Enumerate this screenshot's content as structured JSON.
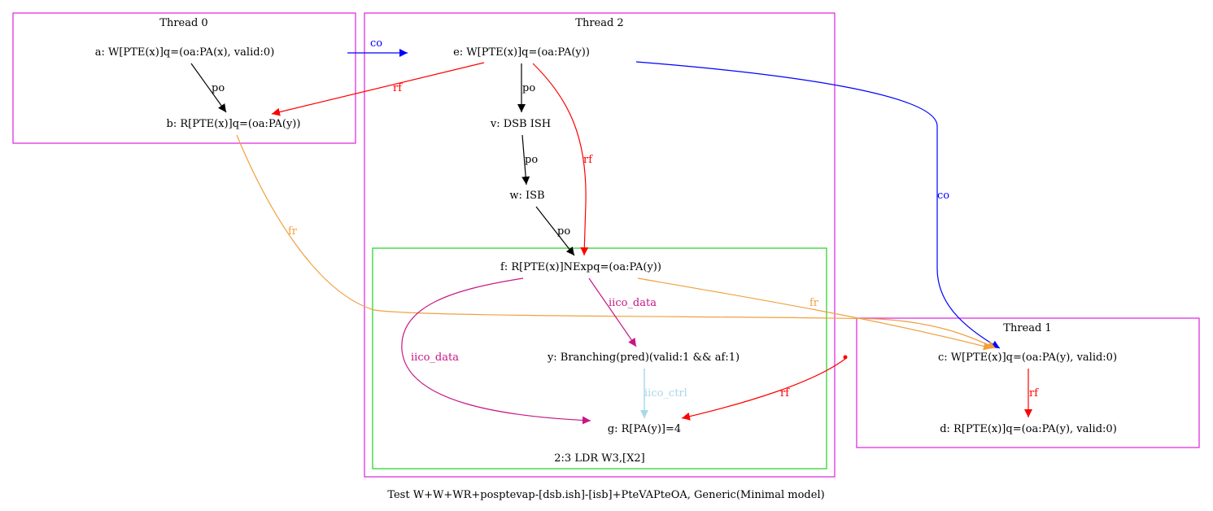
{
  "caption": "Test W+W+WR+posptevap-[dsb.ish]-[isb]+PteVAPteOA, Generic(Minimal model)",
  "colors": {
    "thread_border": "#e020e0",
    "instr_border": "#20d020",
    "po": "#000000",
    "rf": "#ff0000",
    "co": "#0000ff",
    "fr": "#f0a040",
    "iico_data": "#c71585",
    "iico_ctrl": "#a8d8e8"
  },
  "clusters": {
    "thread0": "Thread 0",
    "thread1": "Thread 1",
    "thread2": "Thread 2",
    "instr": "2:3 LDR W3,[X2]"
  },
  "nodes": {
    "a": "a: W[PTE(x)]q=(oa:PA(x), valid:0)",
    "b": "b: R[PTE(x)]q=(oa:PA(y))",
    "c": "c: W[PTE(x)]q=(oa:PA(y), valid:0)",
    "d": "d: R[PTE(x)]q=(oa:PA(y), valid:0)",
    "e": "e: W[PTE(x)]q=(oa:PA(y))",
    "v": "v: DSB ISH",
    "w": "w: ISB",
    "f": "f: R[PTE(x)]NExpq=(oa:PA(y))",
    "y": "y: Branching(pred)(valid:1 && af:1)",
    "g": "g: R[PA(y)]=4"
  },
  "edge_labels": {
    "po": "po",
    "rf": "rf",
    "co": "co",
    "fr": "fr",
    "iico_data": "iico_data",
    "iico_ctrl": "iico_ctrl"
  }
}
